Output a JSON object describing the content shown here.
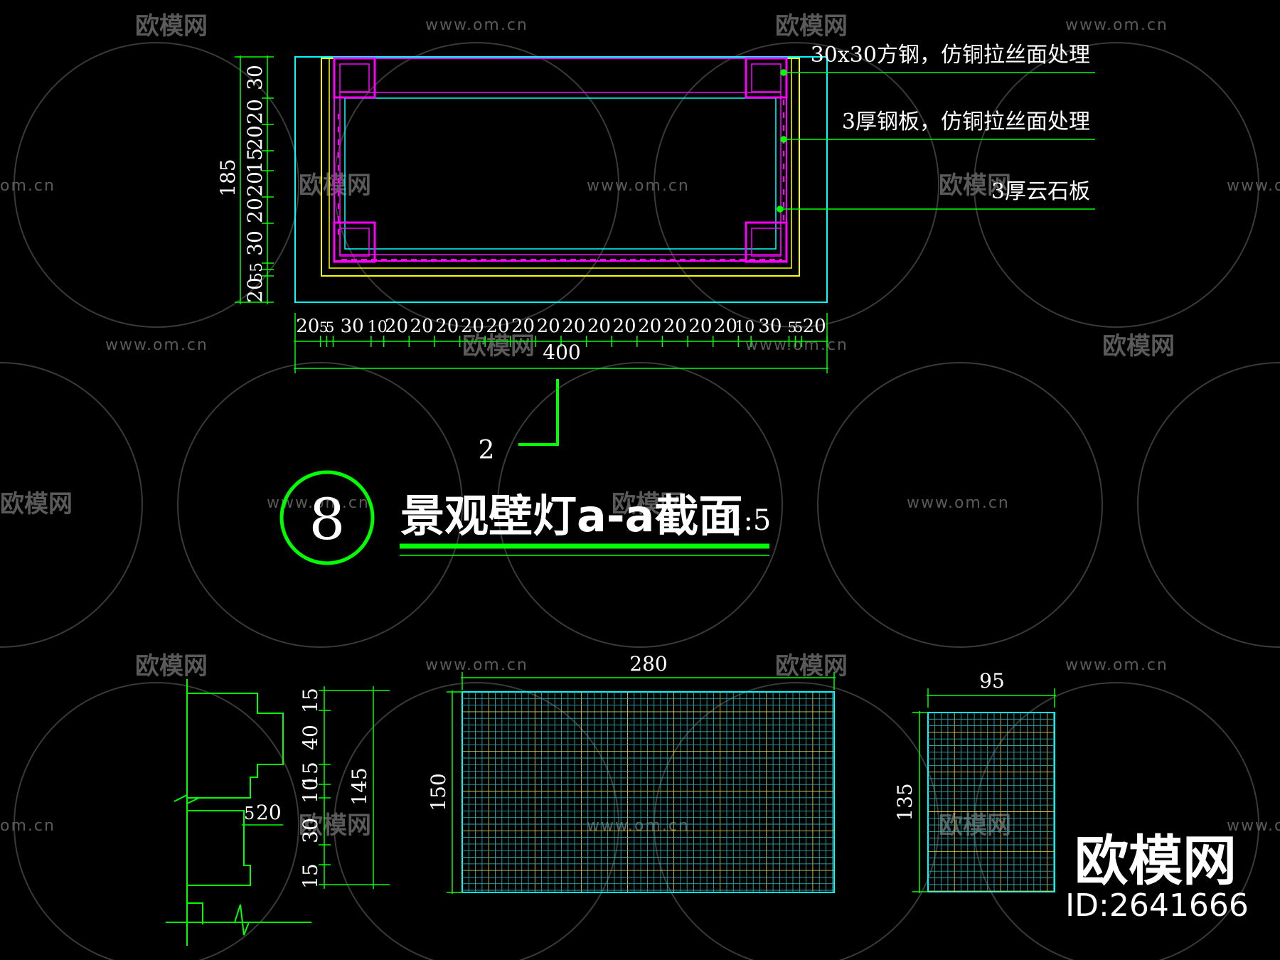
{
  "drawing": {
    "title": "景观壁灯a-a截面",
    "scale": "1:5",
    "detail_number": "8",
    "section_mark": "2"
  },
  "annotations": [
    "30x30方钢，仿铜拉丝面处理",
    "3厚钢板，仿铜拉丝面处理",
    "3厚云石板"
  ],
  "section_dims": {
    "total_height": "185",
    "total_width": "400",
    "vertical": [
      "30",
      "20",
      "20",
      "15",
      "20",
      "20",
      "30",
      "5",
      "5",
      "20"
    ],
    "horizontal": [
      "20",
      "5",
      "5",
      "30",
      "10",
      "20",
      "20",
      "20",
      "20",
      "20",
      "20",
      "20",
      "20",
      "20",
      "20",
      "20",
      "20",
      "20",
      "20",
      "10",
      "30",
      "5",
      "5",
      "20"
    ]
  },
  "side_view": {
    "dims": [
      "15",
      "40",
      "15",
      "10",
      "30",
      "15"
    ],
    "total": "145",
    "small": [
      "5",
      "20"
    ]
  },
  "panel_front": {
    "width": "280",
    "height": "150"
  },
  "panel_side": {
    "width": "95",
    "height": "135"
  },
  "watermark": {
    "brand": "欧模网",
    "url": "www.om.cn",
    "url_short": "om.cn",
    "id": "ID:2641666"
  },
  "colors": {
    "background": "#000000",
    "green": "#00ff00",
    "cyan": "#00ffff",
    "magenta": "#ff00ff",
    "yellow": "#ffff00",
    "white": "#ffffff"
  }
}
